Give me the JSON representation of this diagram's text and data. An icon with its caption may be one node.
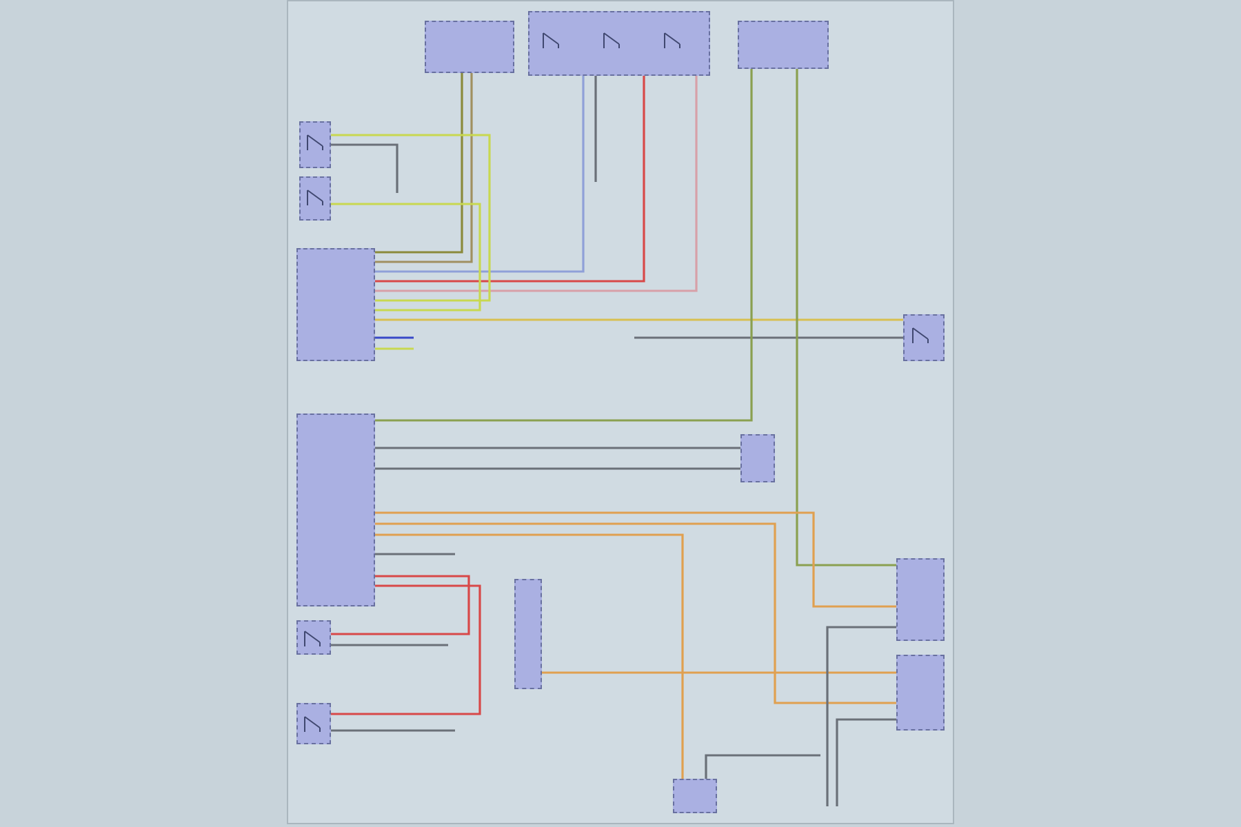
{
  "diagram": {
    "nodes": [
      {
        "text": [],
        "shape": "box"
      },
      {
        "text": [],
        "shape": "box"
      },
      {
        "text": [],
        "shape": "box"
      },
      {
        "text": [],
        "shape": "box"
      },
      {
        "text": [],
        "shape": "box"
      },
      {
        "text": [],
        "shape": "box"
      },
      {
        "text": [],
        "shape": "box"
      },
      {
        "text": [],
        "shape": "box"
      },
      {
        "text": [],
        "shape": "box"
      },
      {
        "text": [],
        "shape": "box"
      },
      {
        "text": [],
        "shape": "box"
      },
      {
        "text": [],
        "shape": "box"
      },
      {
        "text": [],
        "shape": "box"
      },
      {
        "text": [],
        "shape": "box"
      },
      {
        "text": [],
        "shape": "box"
      }
    ],
    "edges": [
      {
        "from": 0,
        "to": 5,
        "arrow": "none",
        "color": "#8a8a3a"
      },
      {
        "from": 0,
        "to": 5,
        "arrow": "none",
        "color": "#a09060"
      },
      {
        "from": 1,
        "to": 5,
        "arrow": "none",
        "color": "#8fa0d8"
      },
      {
        "from": 1,
        "to": 5,
        "arrow": "none",
        "color": "#d84848"
      },
      {
        "from": 1,
        "to": 5,
        "arrow": "none",
        "color": "#d8a0a8"
      },
      {
        "from": 1,
        "to": null,
        "arrow": "none"
      },
      {
        "from": 3,
        "to": 5,
        "arrow": "none",
        "color": "#c8d850"
      },
      {
        "from": 4,
        "to": 5,
        "arrow": "none",
        "color": "#c8d850"
      },
      {
        "from": 3,
        "to": null,
        "arrow": "none"
      },
      {
        "from": 5,
        "to": 6,
        "arrow": "none",
        "color": "#d8c050"
      },
      {
        "from": 6,
        "to": null,
        "arrow": "none"
      },
      {
        "from": 5,
        "to": null,
        "arrow": "none",
        "color": "#3848c8"
      },
      {
        "from": 5,
        "to": null,
        "arrow": "none",
        "color": "#c8d850"
      },
      {
        "from": 2,
        "to": 7,
        "arrow": "none",
        "color": "#8aa050"
      },
      {
        "from": 2,
        "to": 10,
        "arrow": "none",
        "color": "#8aa050"
      },
      {
        "from": 7,
        "to": 8,
        "arrow": "none"
      },
      {
        "from": 7,
        "to": 8,
        "arrow": "none"
      },
      {
        "from": 7,
        "to": 10,
        "arrow": "none",
        "color": "#e0a050"
      },
      {
        "from": 7,
        "to": 11,
        "arrow": "none",
        "color": "#e0a050"
      },
      {
        "from": 7,
        "to": 14,
        "arrow": "none",
        "color": "#e0a050"
      },
      {
        "from": 7,
        "to": null,
        "arrow": "none"
      },
      {
        "from": 7,
        "to": 12,
        "arrow": "none",
        "color": "#d84848"
      },
      {
        "from": 7,
        "to": 13,
        "arrow": "none",
        "color": "#d84848"
      },
      {
        "from": 12,
        "to": null,
        "arrow": "none"
      },
      {
        "from": 13,
        "to": null,
        "arrow": "none"
      },
      {
        "from": 9,
        "to": 11,
        "arrow": "none",
        "color": "#e0a050"
      },
      {
        "from": 10,
        "to": null,
        "arrow": "none"
      },
      {
        "from": 11,
        "to": null,
        "arrow": "none"
      },
      {
        "from": 14,
        "to": null,
        "arrow": "none"
      }
    ]
  }
}
